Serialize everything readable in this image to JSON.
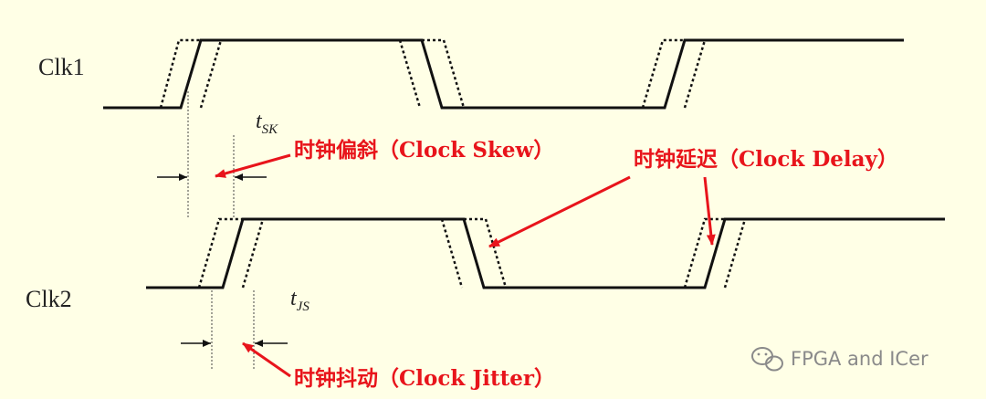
{
  "colors": {
    "background": "#FFFFE6",
    "signal": "#111111",
    "annotation": "#E8141B",
    "watermark": "#8A8A8A"
  },
  "signals": {
    "clk1": {
      "label": "Clk1"
    },
    "clk2": {
      "label": "Clk2"
    }
  },
  "symbols": {
    "t_sk": {
      "base": "t",
      "sub": "SK"
    },
    "t_js": {
      "base": "t",
      "sub": "JS"
    }
  },
  "annotations": {
    "skew": "时钟偏斜（Clock Skew）",
    "delay": "时钟延迟（Clock Delay）",
    "jitter": "时钟抖动（Clock Jitter）"
  },
  "watermark": {
    "text": "FPGA and ICer",
    "icon": "wechat-icon"
  }
}
